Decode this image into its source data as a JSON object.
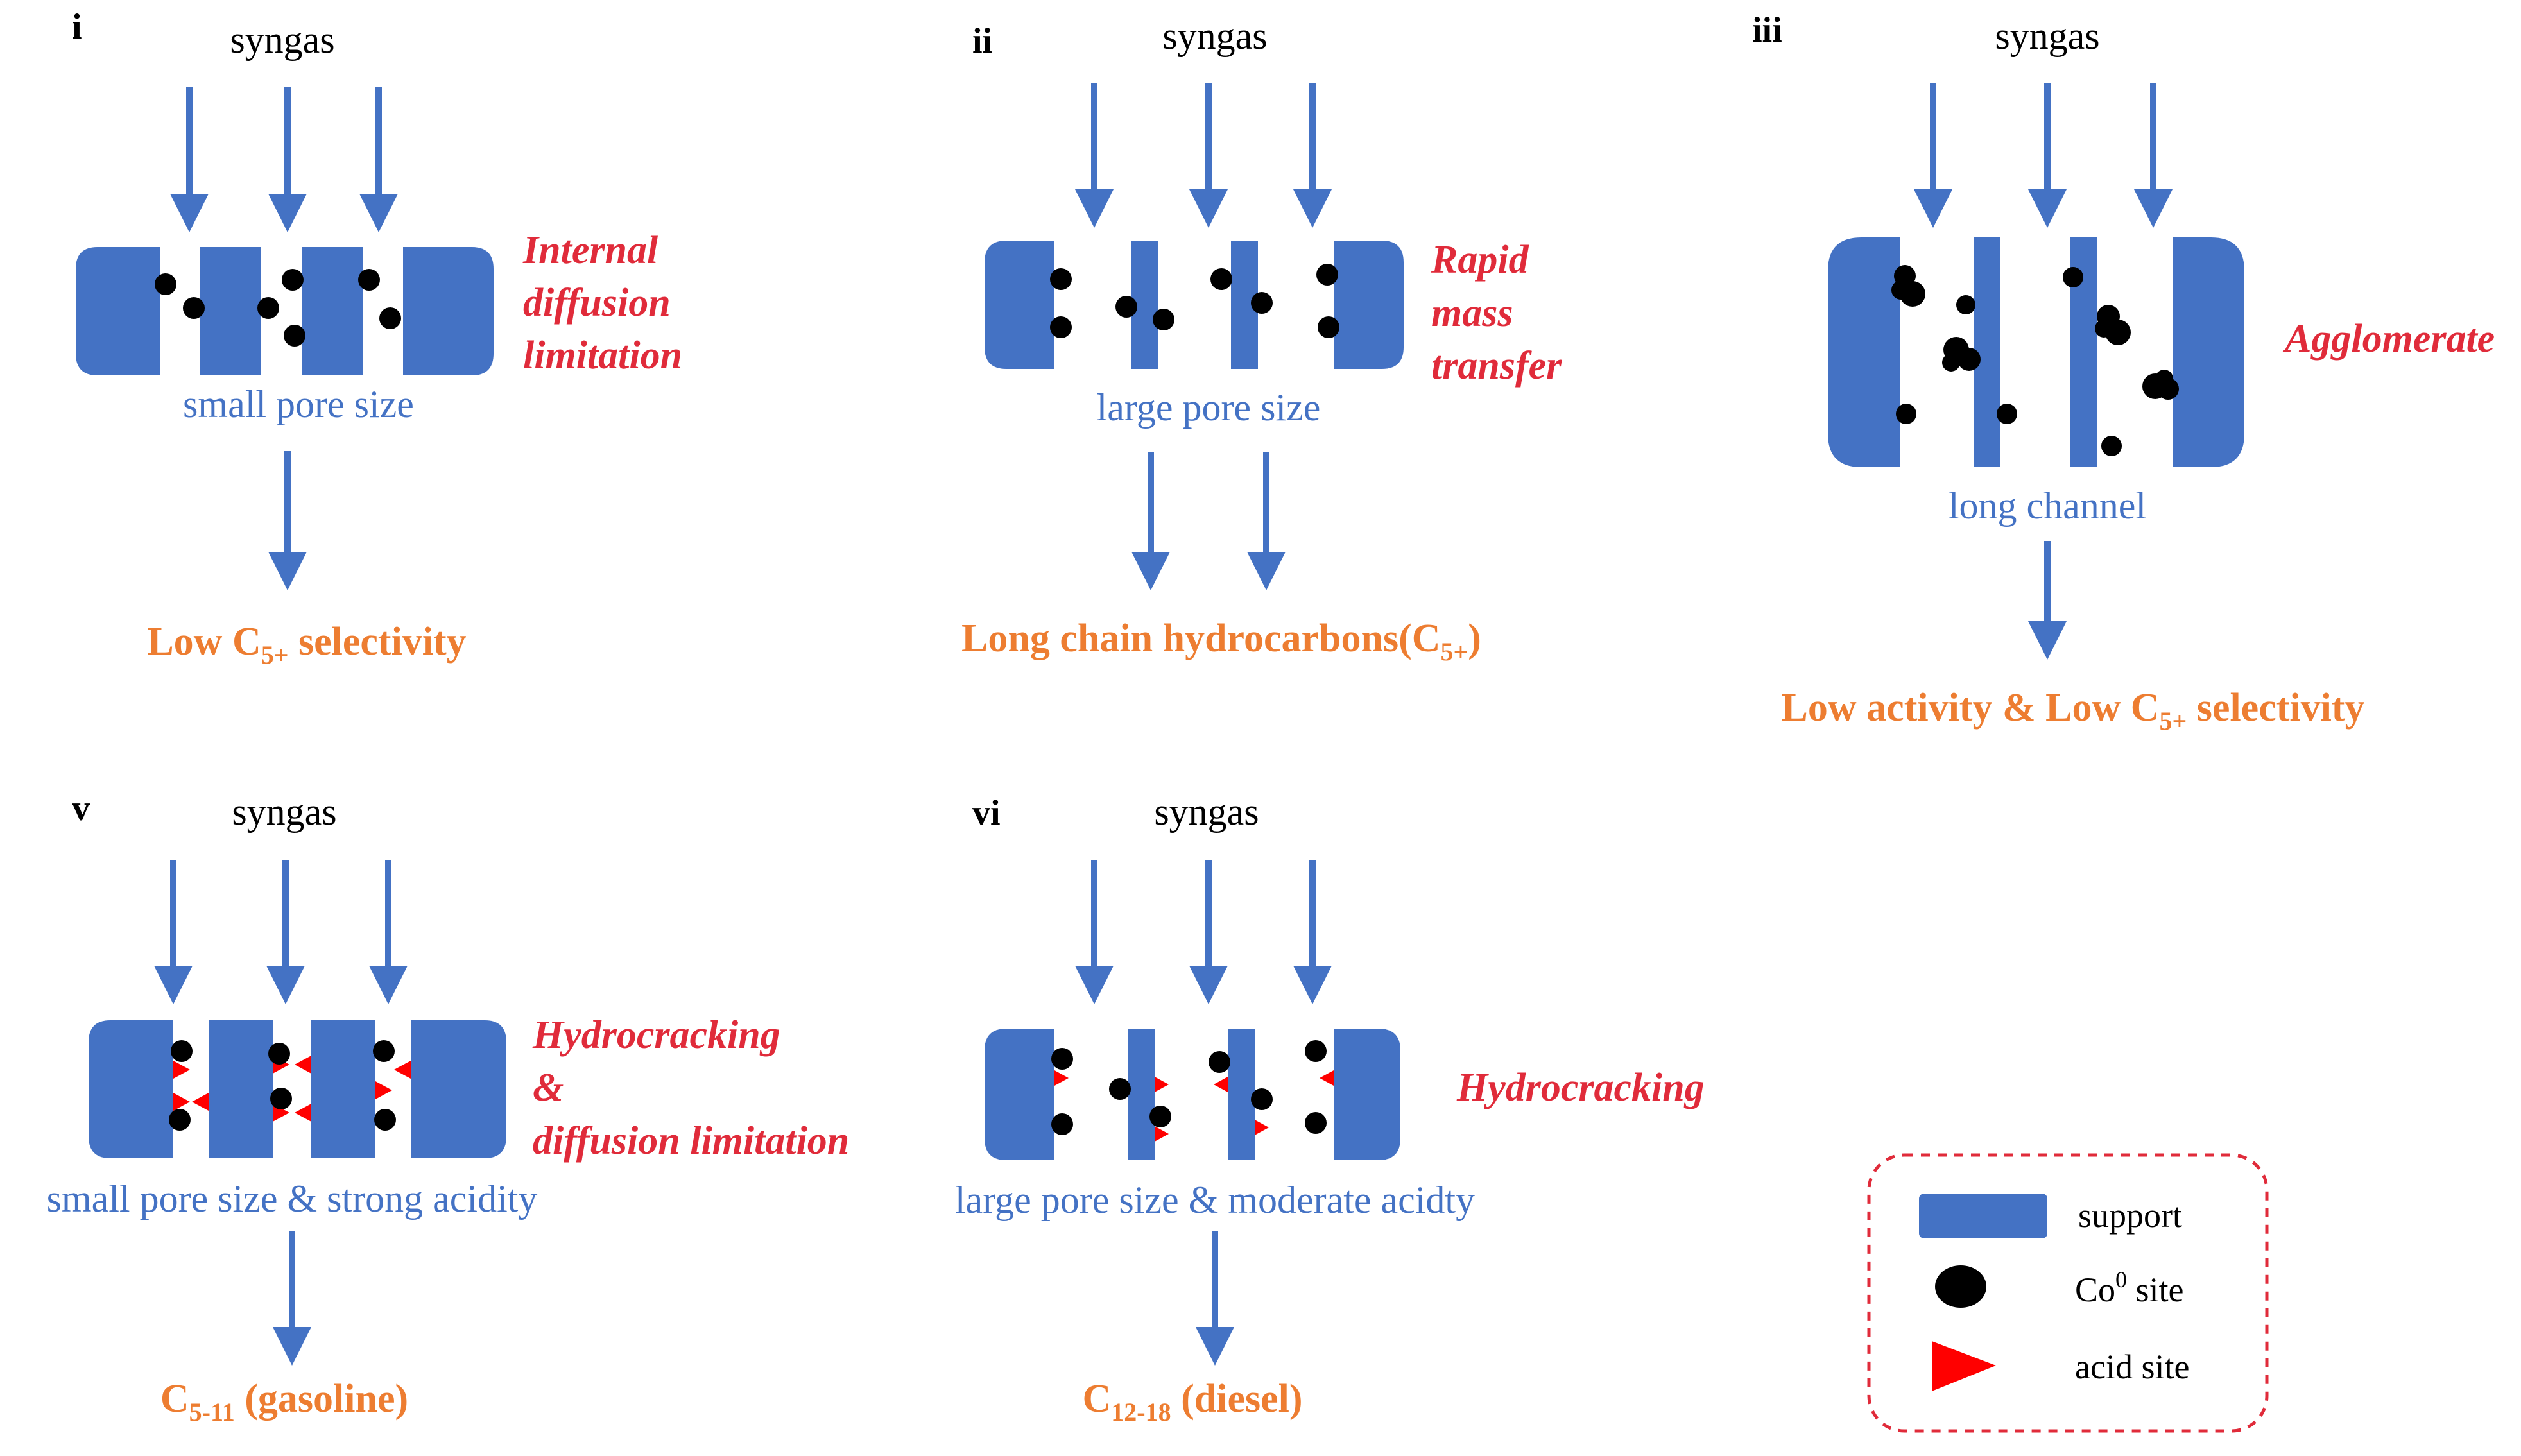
{
  "colors": {
    "support": "#4472C4",
    "arrow": "#4472C4",
    "co_site": "#000000",
    "acid_site": "#FF0000",
    "annotation": "#E02B3A",
    "product": "#ED7D31",
    "description": "#4472C4",
    "legend_border": "#E02B3A"
  },
  "panels": {
    "i": {
      "num": "i",
      "feed": "syngas",
      "desc": "small pore size",
      "effect": [
        "Internal",
        "diffusion",
        "limitation"
      ],
      "product": {
        "main": "Low C",
        "sub": "5+",
        "tail": " selectivity"
      }
    },
    "ii": {
      "num": "ii",
      "feed": "syngas",
      "desc": "large pore size",
      "effect": [
        "Rapid",
        "mass",
        "transfer"
      ],
      "product": {
        "main": "Long chain hydrocarbons(C",
        "sub": "5+",
        "tail": ")"
      }
    },
    "iii": {
      "num": "iii",
      "feed": "syngas",
      "desc": "long channel",
      "effect": [
        "Agglomerate"
      ],
      "product": {
        "main": "Low activity & Low C",
        "sub": "5+",
        "tail": " selectivity"
      }
    },
    "v": {
      "num": "v",
      "feed": "syngas",
      "desc": "small pore size & strong acidity",
      "effect": [
        "Hydrocracking",
        "&",
        "diffusion limitation"
      ],
      "product": {
        "main": "C",
        "sub": "5-11",
        "tail": " (gasoline)"
      }
    },
    "vi": {
      "num": "vi",
      "feed": "syngas",
      "desc": "large pore size & moderate acidty",
      "effect": [
        "Hydrocracking"
      ],
      "product": {
        "main": "C",
        "sub": "12-18",
        "tail": " (diesel)"
      }
    }
  },
  "legend": {
    "support": "support",
    "co_main": "Co",
    "co_sup": "0",
    "co_tail": " site",
    "acid": "acid site"
  }
}
